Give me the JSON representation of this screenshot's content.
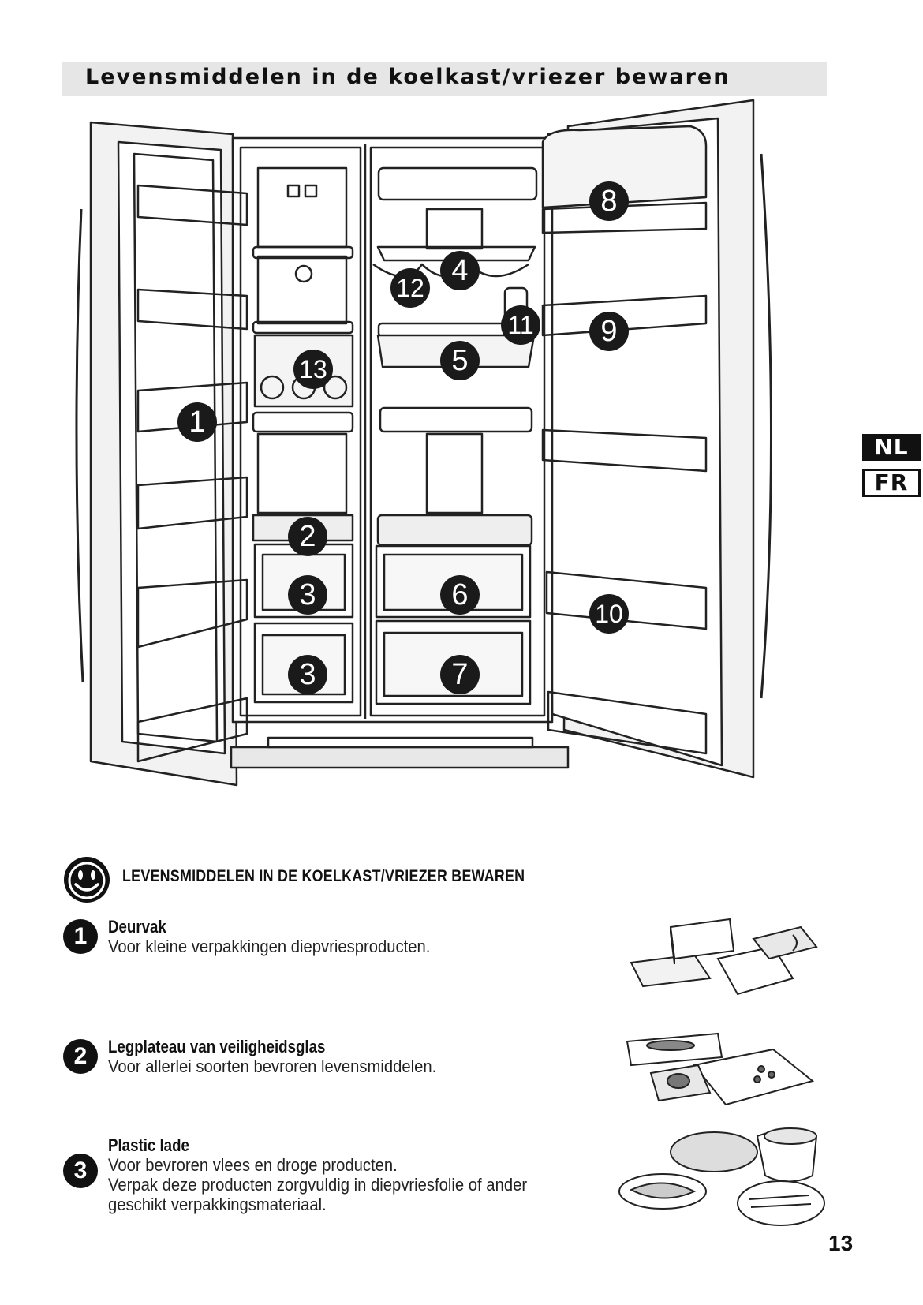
{
  "page": {
    "title": "Levensmiddelen in de koelkast/vriezer bewaren",
    "page_number": "13"
  },
  "language_tabs": [
    {
      "label": "NL",
      "active": true
    },
    {
      "label": "FR",
      "active": false
    }
  ],
  "diagram": {
    "callouts": [
      "1",
      "2",
      "3",
      "3",
      "4",
      "5",
      "6",
      "7",
      "8",
      "9",
      "10",
      "11",
      "12",
      "13"
    ]
  },
  "section": {
    "heading": "LEVENSMIDDELEN IN DE KOELKAST/VRIEZER BEWAREN",
    "items": [
      {
        "number": "1",
        "title": "Deurvak",
        "lines": [
          "Voor kleine verpakkingen diepvriesproducten."
        ]
      },
      {
        "number": "2",
        "title": "Legplateau van veiligheidsglas",
        "lines": [
          "Voor allerlei soorten bevroren levensmiddelen."
        ]
      },
      {
        "number": "3",
        "title": "Plastic lade",
        "lines": [
          "Voor bevroren vlees en droge producten.",
          "Verpak deze producten zorgvuldig in diepvriesfolie of ander",
          "geschikt verpakkingsmateriaal."
        ]
      }
    ]
  }
}
